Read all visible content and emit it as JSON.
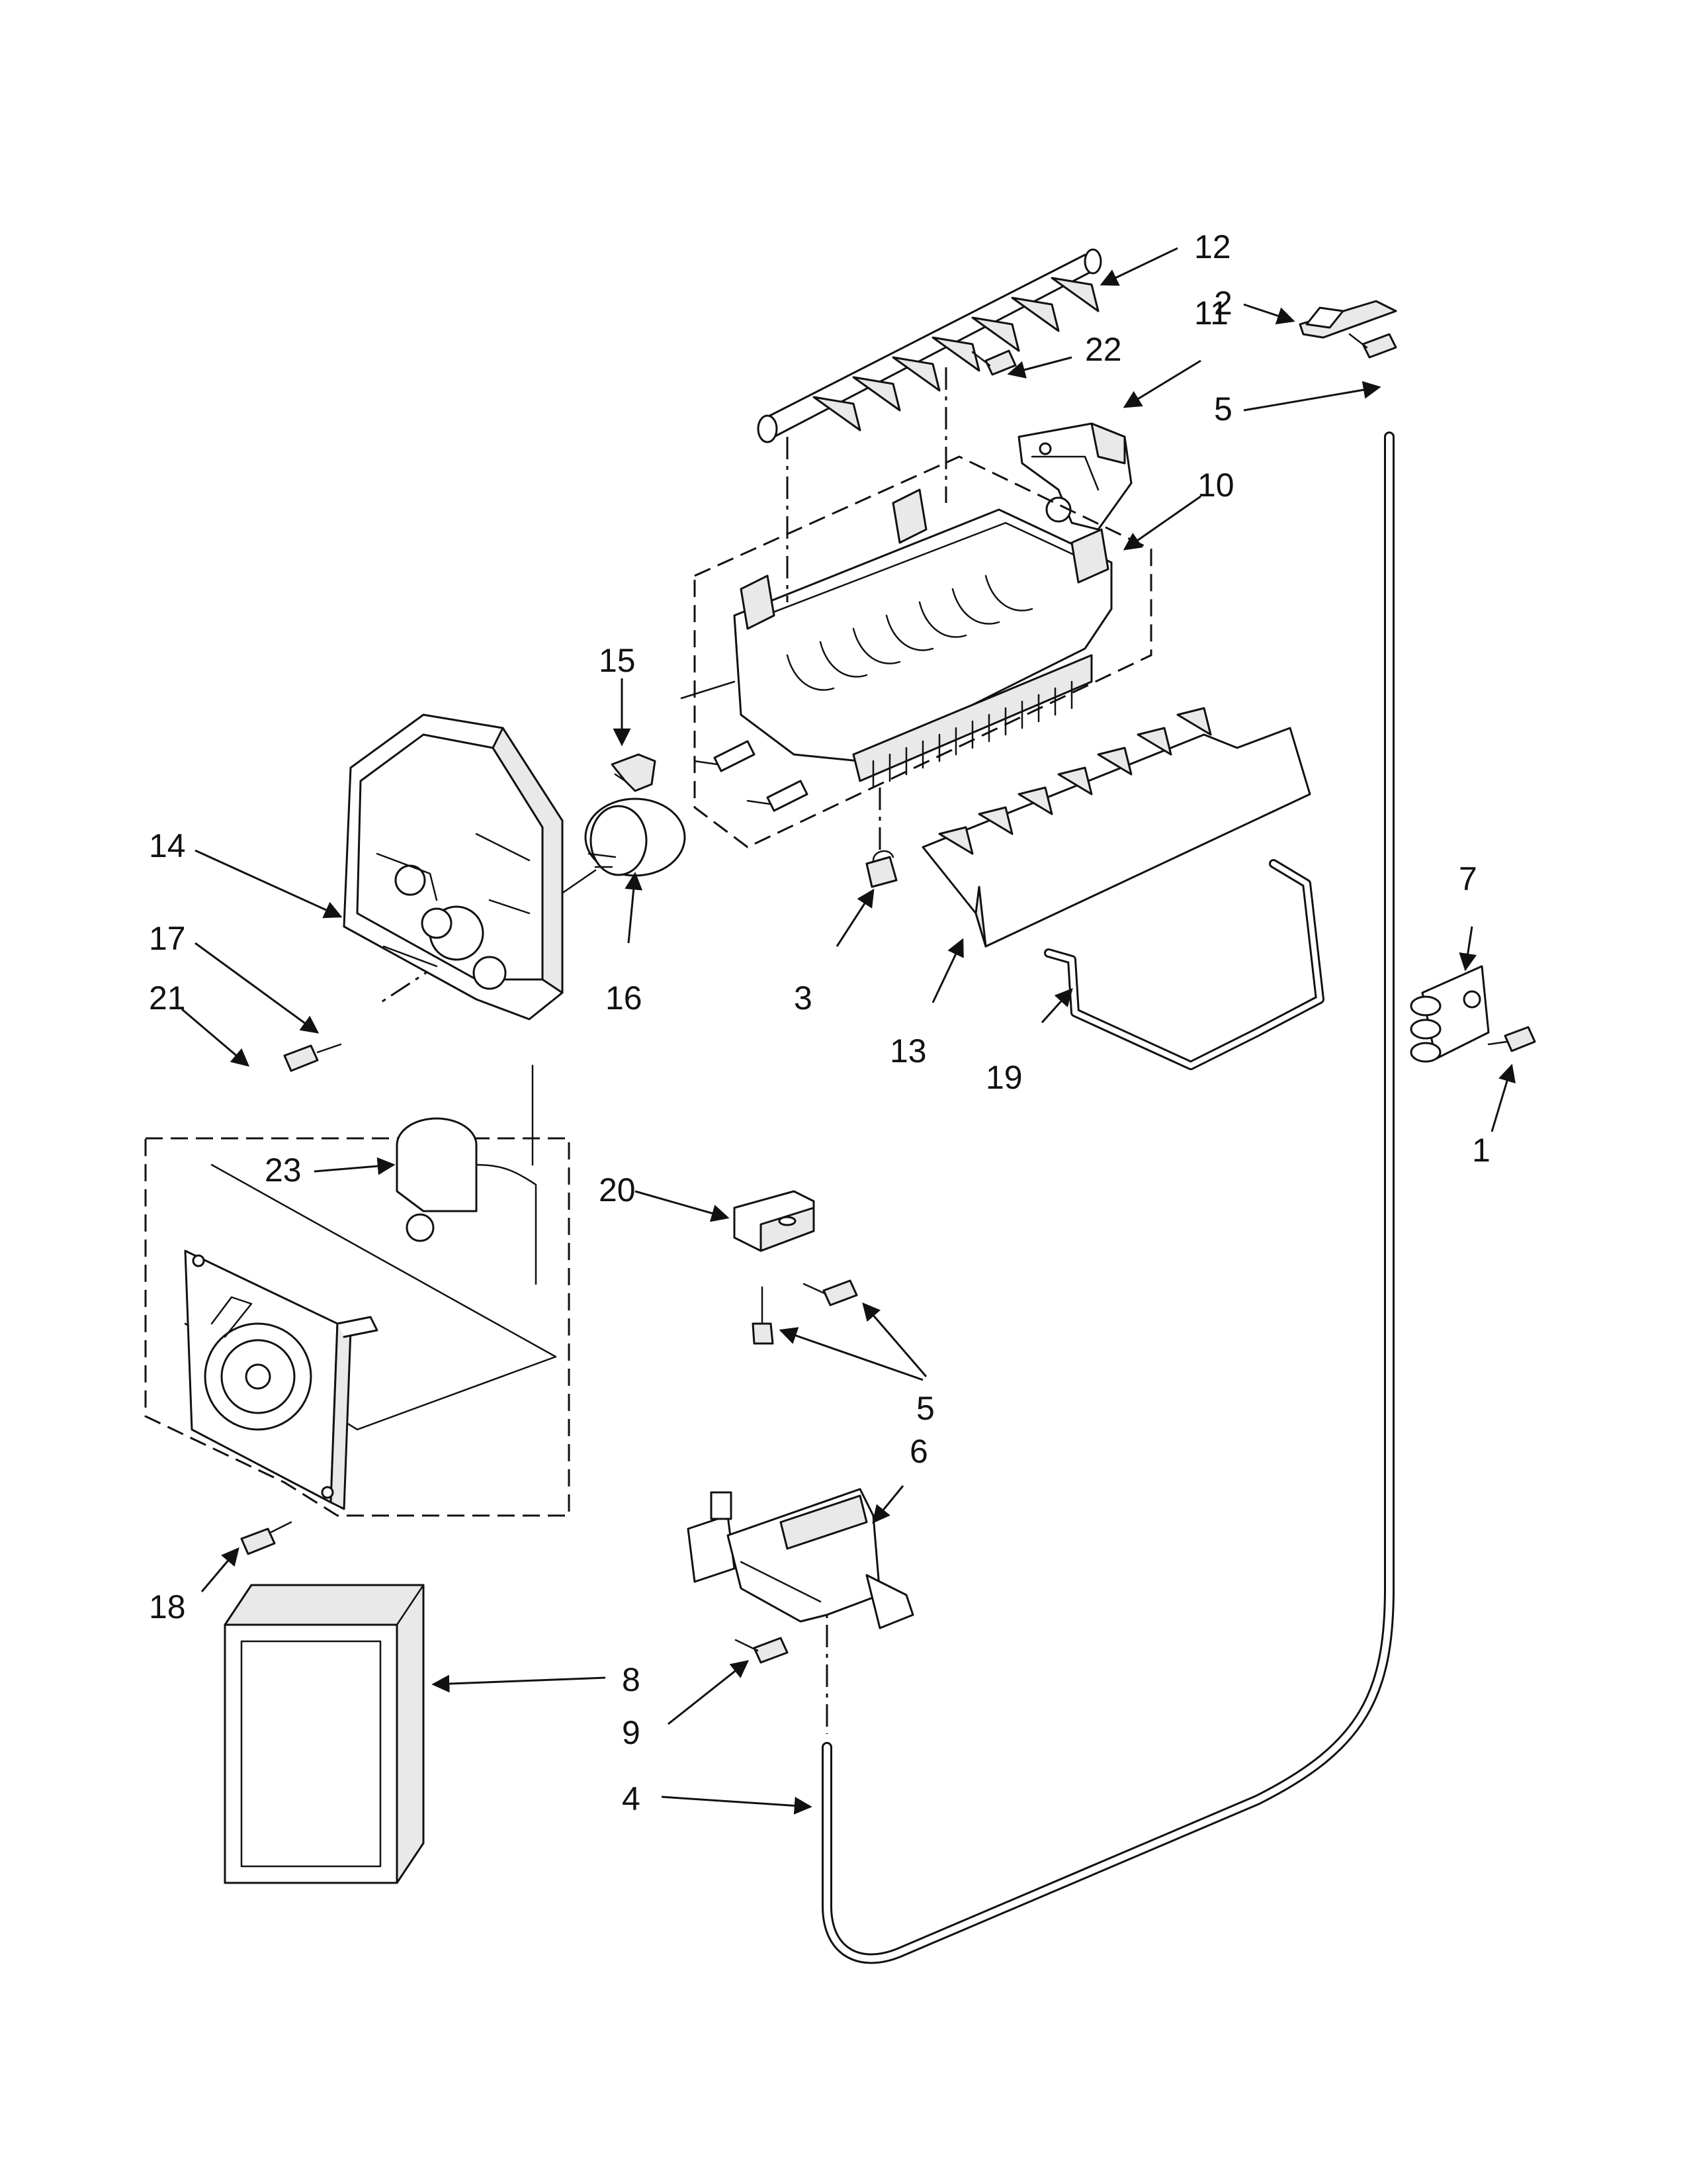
{
  "callouts": {
    "c1": "1",
    "c2": "2",
    "c3": "3",
    "c4": "4",
    "c5a": "5",
    "c5b": "5",
    "c6": "6",
    "c7": "7",
    "c8": "8",
    "c9": "9",
    "c10": "10",
    "c11": "11",
    "c12": "12",
    "c13": "13",
    "c14": "14",
    "c15": "15",
    "c16": "16",
    "c17": "17",
    "c18": "18",
    "c19": "19",
    "c20": "20",
    "c21": "21",
    "c22": "22",
    "c23": "23"
  },
  "colors": {
    "line": "#111111",
    "background": "#ffffff"
  }
}
